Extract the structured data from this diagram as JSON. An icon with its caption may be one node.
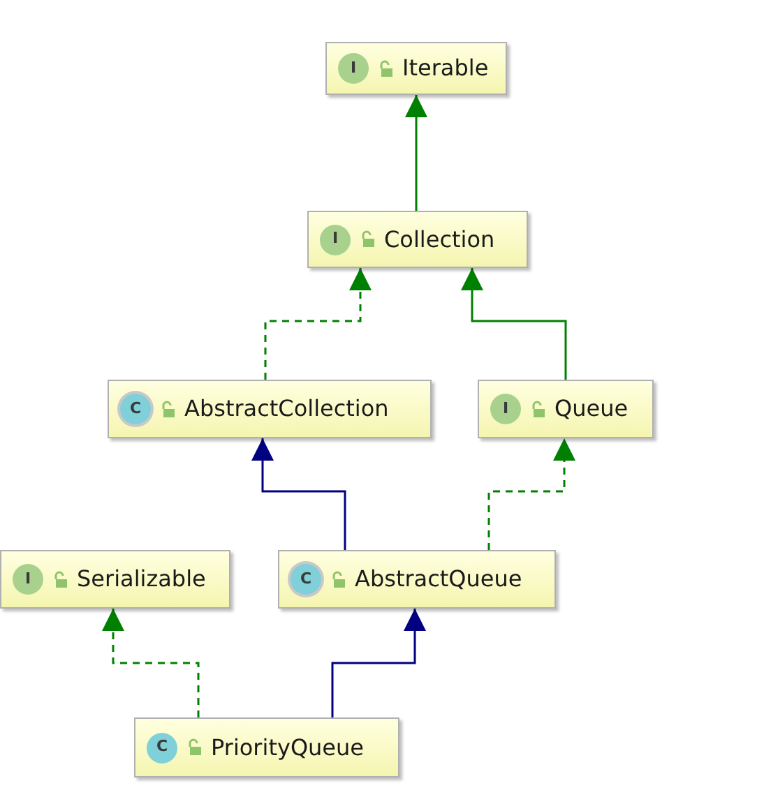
{
  "diagram": {
    "nodes": [
      {
        "text": [
          "I",
          "Iterable"
        ]
      },
      {
        "text": [
          "I",
          "Collection"
        ]
      },
      {
        "text": [
          "C",
          "AbstractCollection"
        ]
      },
      {
        "text": [
          "I",
          "Queue"
        ]
      },
      {
        "text": [
          "I",
          "Serializable"
        ]
      },
      {
        "text": [
          "C",
          "AbstractQueue"
        ]
      },
      {
        "text": [
          "C",
          "PriorityQueue"
        ]
      }
    ],
    "edges": [
      {
        "from": 1,
        "to": 0,
        "arrow": "to"
      },
      {
        "from": 2,
        "to": 1,
        "arrow": "to",
        "style": "dashed"
      },
      {
        "from": 3,
        "to": 1,
        "arrow": "to"
      },
      {
        "from": 5,
        "to": 2,
        "arrow": "to",
        "color": "#000080"
      },
      {
        "from": 5,
        "to": 3,
        "arrow": "to",
        "style": "dashed"
      },
      {
        "from": 6,
        "to": 4,
        "arrow": "to",
        "style": "dashed"
      },
      {
        "from": 6,
        "to": 5,
        "arrow": "to",
        "color": "#000080"
      }
    ]
  }
}
